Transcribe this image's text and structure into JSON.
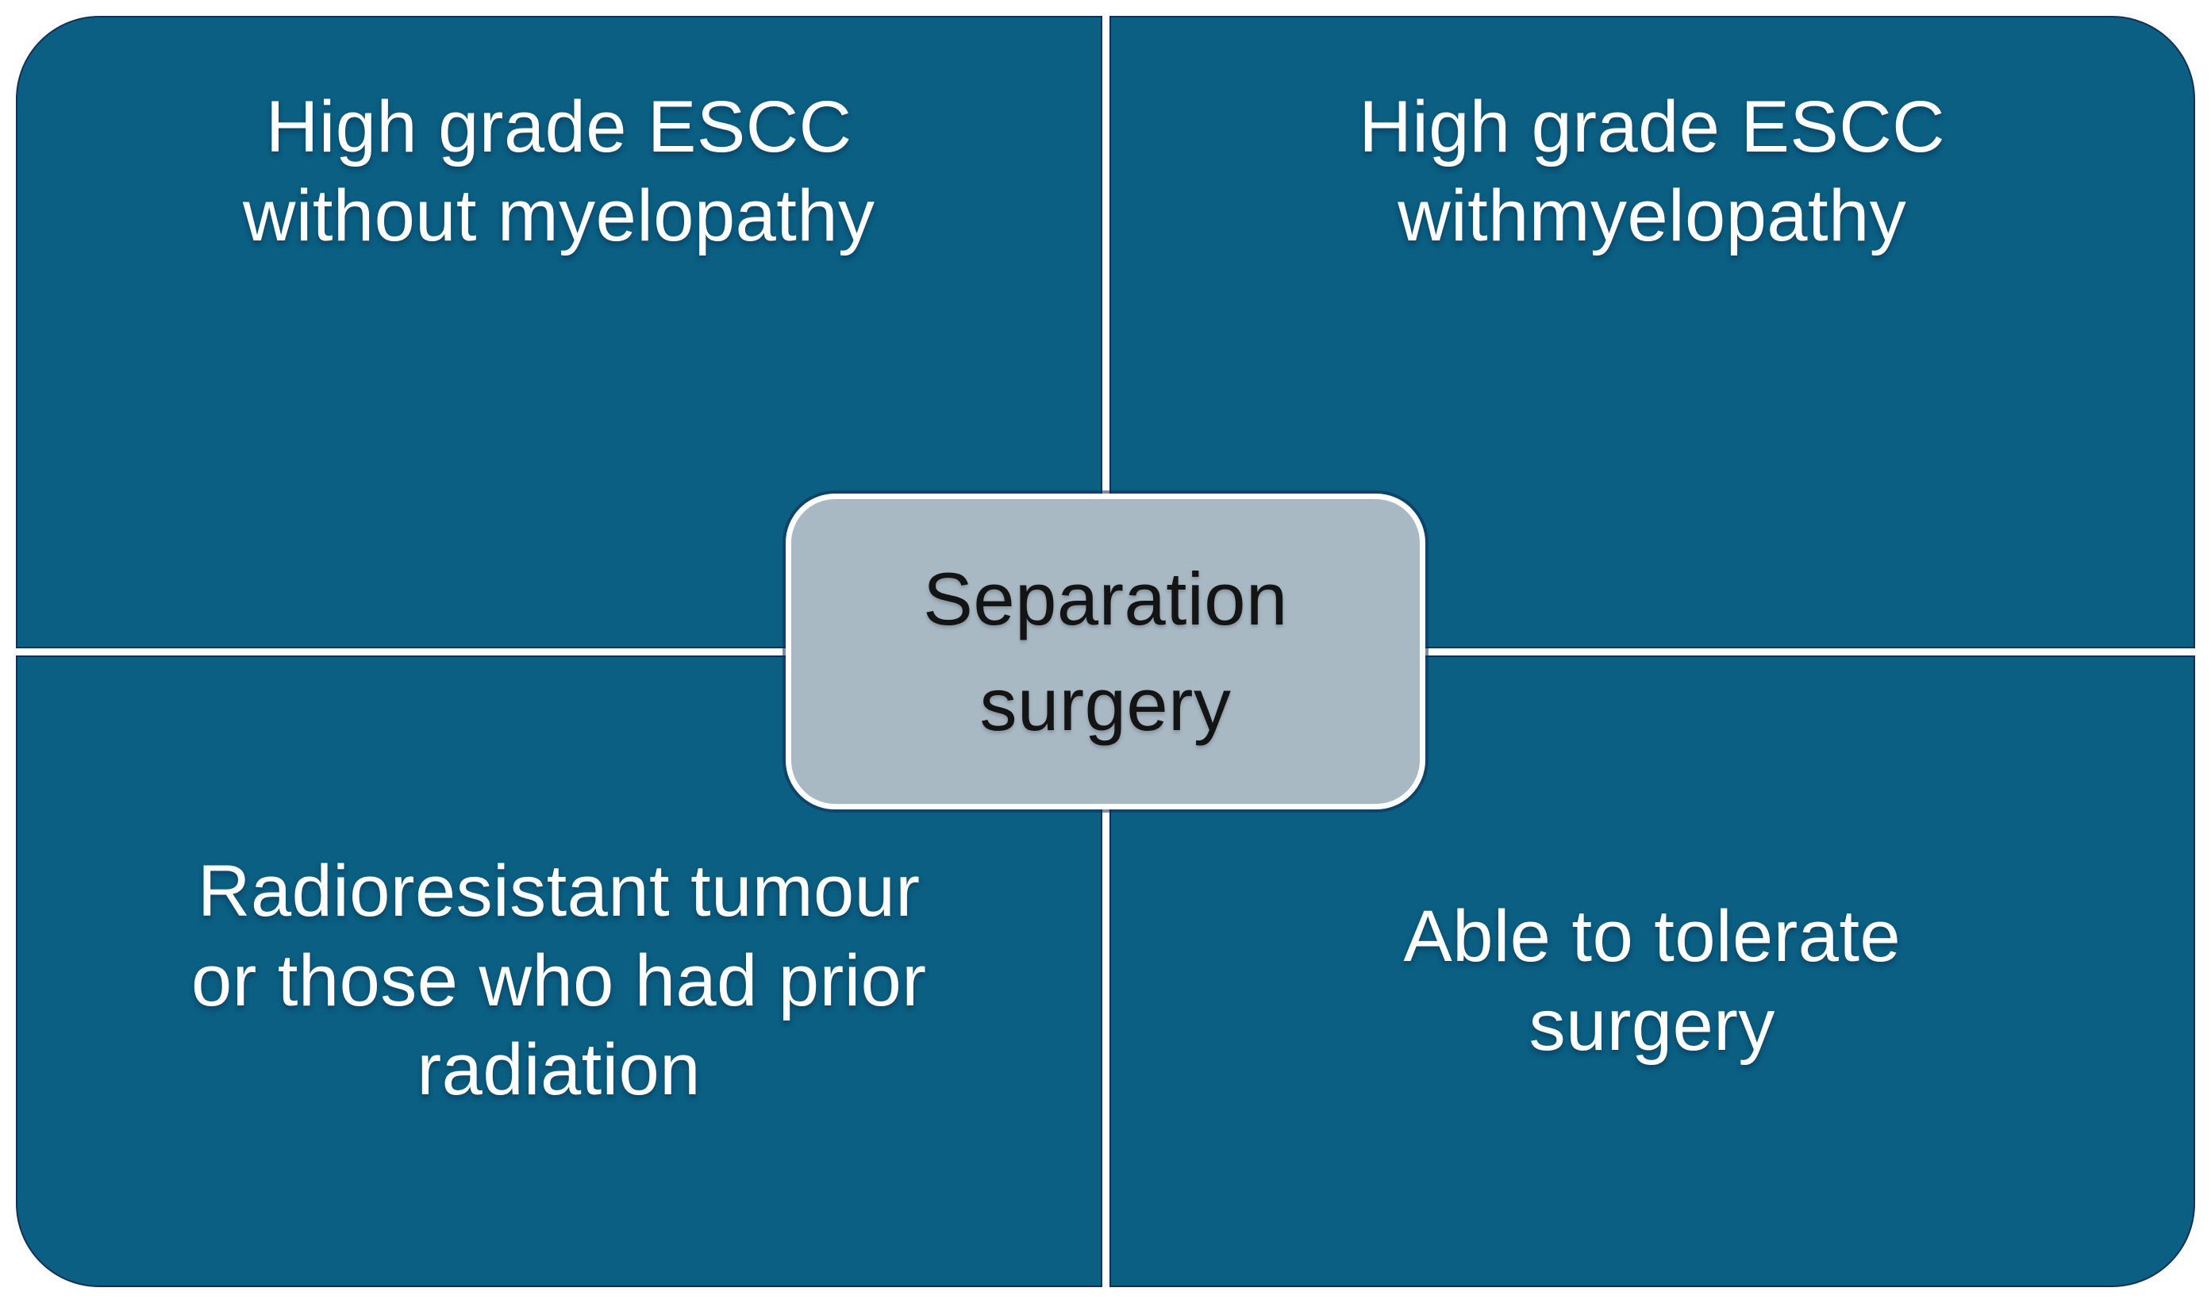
{
  "colors": {
    "page_background": "#ffffff",
    "quadrant_fill": "#0a5f83",
    "quadrant_outline": "#13305a",
    "divider": "#ffffff",
    "quadrant_text": "#ffffff",
    "center_fill": "#a9b9c4",
    "center_border": "#ffffff",
    "center_text": "#141414"
  },
  "center_box": {
    "label": "Separation\nsurgery"
  },
  "quadrants": {
    "top_left": {
      "label": "High grade ESCC\nwithout myelopathy"
    },
    "top_right": {
      "label": "High grade ESCC\nwithmyelopathy"
    },
    "bottom_left": {
      "label": "Radioresistant tumour\nor those who had prior\nradiation"
    },
    "bottom_right": {
      "label": "Able to tolerate\nsurgery"
    }
  }
}
